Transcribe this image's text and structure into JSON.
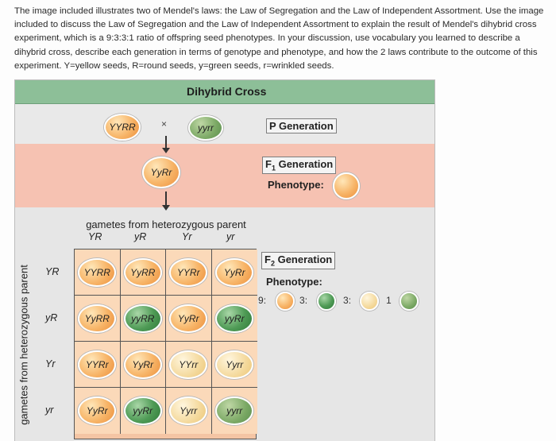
{
  "question": {
    "text": "The image included illustrates two of Mendel's laws: the Law of Segregation and the Law of Independent Assortment. Use the image included to discuss the Law of Segregation and the Law of Independent Assortment to explain the result of Mendel's dihybrid cross experiment, which is a 9:3:3:1 ratio of offspring seed phenotypes. In your discussion, use vocabulary you learned to describe a dihybrid cross, describe each generation in terms of genotype and phenotype, and how the 2 laws contribute to the outcome of this experiment. Y=yellow seeds, R=round seeds, y=green seeds, r=wrinkled seeds."
  },
  "figure": {
    "title": "Dihybrid Cross",
    "p_generation": {
      "label": "P Generation",
      "parent1": "YYRR",
      "cross_symbol": "×",
      "parent2": "yyrr"
    },
    "f1_generation": {
      "label": "F1 Generation",
      "label_main": "F",
      "label_sub": "1",
      "label_rest": " Generation",
      "offspring": "YyRr",
      "phenotype_label": "Phenotype:",
      "phenotype_color": "#f4a55a"
    },
    "gametes_top_label": "gametes from heterozygous parent",
    "gametes_side_label": "gametes from heterozygous parent",
    "gametes": [
      "YR",
      "yR",
      "Yr",
      "yr"
    ],
    "punnett": [
      [
        "YYRR",
        "YyRR",
        "YYRr",
        "YyRr"
      ],
      [
        "YyRR",
        "yyRR",
        "YyRr",
        "yyRr"
      ],
      [
        "YYRr",
        "YyRr",
        "YYrr",
        "Yyrr"
      ],
      [
        "YyRr",
        "yyRr",
        "Yyrr",
        "yyrr"
      ]
    ],
    "f2_generation": {
      "label_main": "F",
      "label_sub": "2",
      "label_rest": " Generation",
      "phenotype_label": "Phenotype:",
      "ratios": [
        "9",
        "3",
        "3",
        "1"
      ],
      "ratio_separator": ":"
    },
    "colors": {
      "yellow_round": "#f4a55a",
      "yellow_wrinkled": "#f3d493",
      "green_round": "#3f8d48",
      "green_wrinkled": "#6fa05d",
      "f1_band": "#f6c2b2",
      "title_bar": "#8dbf98"
    }
  }
}
